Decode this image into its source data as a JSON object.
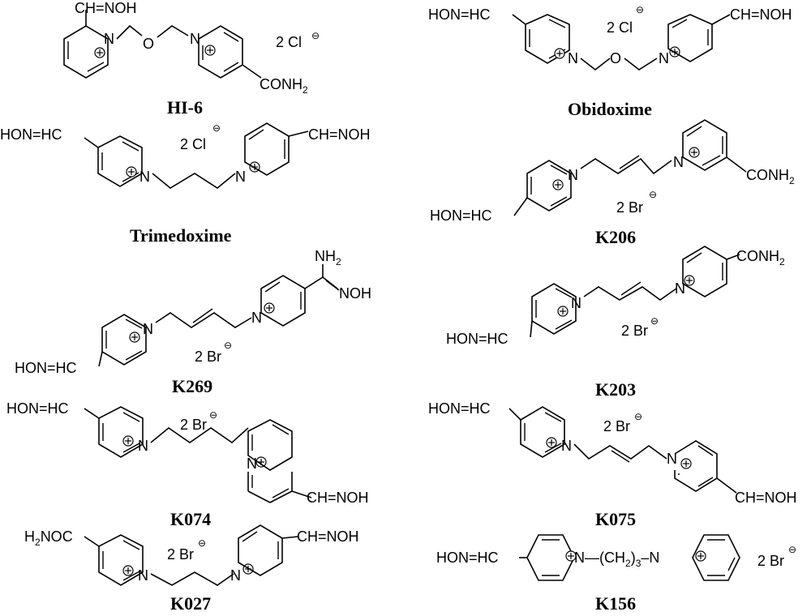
{
  "compounds": [
    {
      "id": "hi6",
      "name": "HI-6",
      "counterion": "2 Cl",
      "groups": [
        "CH=NOH",
        "O",
        "CONH2"
      ]
    },
    {
      "id": "obidoxime",
      "name": "Obidoxime",
      "counterion": "2 Cl",
      "groups": [
        "HON=HC",
        "O",
        "CH=NOH"
      ]
    },
    {
      "id": "trimedoxime",
      "name": "Trimedoxime",
      "counterion": "2 Cl",
      "groups": [
        "HON=HC",
        "CH=NOH"
      ]
    },
    {
      "id": "k206",
      "name": "K206",
      "counterion": "2 Br",
      "groups": [
        "HON=HC",
        "CONH2"
      ]
    },
    {
      "id": "k269",
      "name": "K269",
      "counterion": "2 Br",
      "groups": [
        "HON=HC",
        "NH2",
        "NOH"
      ]
    },
    {
      "id": "k203",
      "name": "K203",
      "counterion": "2 Br",
      "groups": [
        "HON=HC",
        "CONH2"
      ]
    },
    {
      "id": "k074",
      "name": "K074",
      "counterion": "2 Br",
      "groups": [
        "HON=HC",
        "CH=NOH"
      ]
    },
    {
      "id": "k075",
      "name": "K075",
      "counterion": "2 Br",
      "groups": [
        "HON=HC",
        "CH=NOH"
      ]
    },
    {
      "id": "k027",
      "name": "K027",
      "counterion": "2 Br",
      "groups": [
        "H2NOC",
        "CH=NOH"
      ]
    },
    {
      "id": "k156",
      "name": "K156",
      "counterion": "2 Br",
      "groups": [
        "HON=HC",
        "(CH2)3"
      ]
    }
  ],
  "labels": {
    "hi6_oxime": "CH=NOH",
    "hi6_ether": "O",
    "hi6_amide": "CONH",
    "hi6_amide_sub": "2",
    "hi6_ion": "2 Cl",
    "obi_oxime_l": "HON=HC",
    "obi_ether": "O",
    "obi_oxime_r": "CH=NOH",
    "obi_ion": "2 Cl",
    "tri_oxime_l": "HON=HC",
    "tri_oxime_r": "CH=NOH",
    "tri_ion": "2 Cl",
    "k206_oxime": "HON=HC",
    "k206_amide": "CONH",
    "k206_amide_sub": "2",
    "k206_ion": "2 Br",
    "k269_oxime": "HON=HC",
    "k269_nh": "NH",
    "k269_nh_sub": "2",
    "k269_noh": "NOH",
    "k269_ion": "2 Br",
    "k203_oxime": "HON=HC",
    "k203_amide": "CONH",
    "k203_amide_sub": "2",
    "k203_ion": "2 Br",
    "k074_oxime_l": "HON=HC",
    "k074_oxime_r": "CH=NOH",
    "k074_ion": "2 Br",
    "k075_oxime_l": "HON=HC",
    "k075_oxime_r": "CH=NOH",
    "k075_ion": "2 Br",
    "k027_amide_h": "H",
    "k027_amide_sub": "2",
    "k027_amide_rest": "NOC",
    "k027_oxime_r": "CH=NOH",
    "k027_ion": "2 Br",
    "k156_oxime": "HON=HC",
    "k156_chain_a": "N",
    "k156_chain_b": "—(CH",
    "k156_chain_sub2": "2",
    "k156_chain_c": ")",
    "k156_chain_sub3": "3",
    "k156_chain_d": "–N",
    "k156_ion": "2 Br",
    "minus": "⊖"
  },
  "ring_atom": "N",
  "charge_symbol": "+"
}
